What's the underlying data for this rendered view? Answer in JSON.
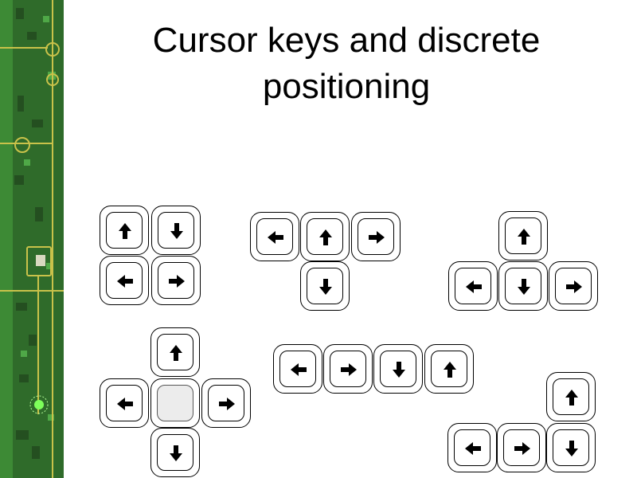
{
  "title": {
    "line1": "Cursor keys and discrete",
    "line2": "positioning"
  },
  "colors": {
    "sidebar_bg": "#2f6b2a",
    "circuit_trace": "#c9c24a",
    "led": "#7dff5a",
    "key_border": "#000000",
    "center_key_fill": "#ececec"
  },
  "key_groups": [
    {
      "name": "square",
      "keys": [
        "up",
        "down",
        "left",
        "right"
      ]
    },
    {
      "name": "inverted-t-top",
      "keys": [
        "left",
        "up",
        "right",
        "down"
      ]
    },
    {
      "name": "inverted-t",
      "keys": [
        "up",
        "left",
        "down",
        "right"
      ]
    },
    {
      "name": "cross",
      "keys": [
        "up",
        "left",
        "blank",
        "right",
        "down"
      ]
    },
    {
      "name": "row",
      "keys": [
        "left",
        "right",
        "down",
        "up"
      ]
    },
    {
      "name": "corner-l",
      "keys": [
        "up",
        "left",
        "right",
        "down"
      ]
    }
  ]
}
